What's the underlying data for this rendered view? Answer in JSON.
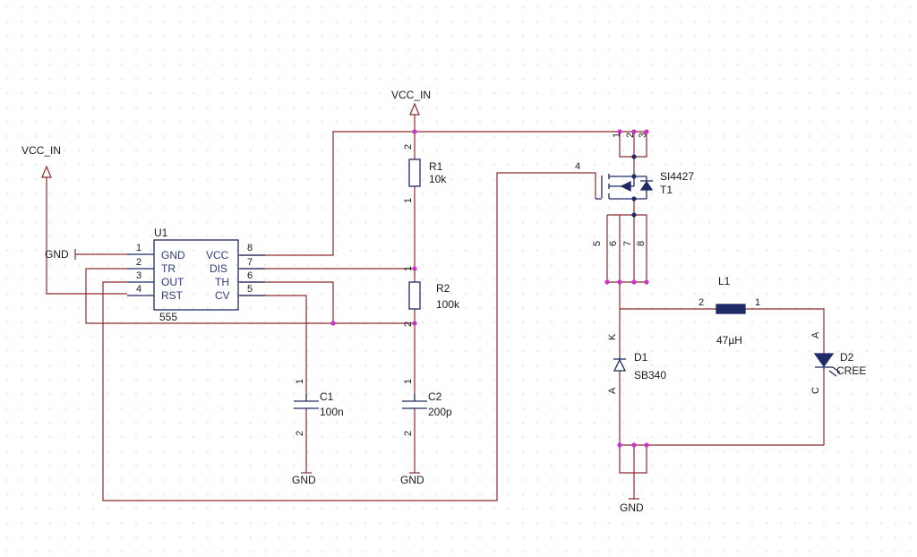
{
  "colors": {
    "wire": "#8b2b2b",
    "component": "#1f2a66",
    "junction": "#cc33cc",
    "grid": "#d0d0d0",
    "text": "#1a1a1a"
  },
  "nets": {
    "vcc_in_left": "VCC_IN",
    "vcc_in_top": "VCC_IN",
    "gnd_u1": "GND",
    "gnd_c1": "GND",
    "gnd_c2": "GND",
    "gnd_right": "GND"
  },
  "u1": {
    "ref": "U1",
    "value": "555",
    "left_pins": [
      {
        "num": "1",
        "name": "GND"
      },
      {
        "num": "2",
        "name": "TR"
      },
      {
        "num": "3",
        "name": "OUT"
      },
      {
        "num": "4",
        "name": "RST"
      }
    ],
    "right_pins": [
      {
        "num": "8",
        "name": "VCC"
      },
      {
        "num": "7",
        "name": "DIS"
      },
      {
        "num": "6",
        "name": "TH"
      },
      {
        "num": "5",
        "name": "CV"
      }
    ]
  },
  "r1": {
    "ref": "R1",
    "value": "10k",
    "pin_top": "2",
    "pin_bottom": "1"
  },
  "r2": {
    "ref": "R2",
    "value": "100k",
    "pin_top": "1",
    "pin_bottom": "2"
  },
  "c1": {
    "ref": "C1",
    "value": "100n",
    "pin_top": "1",
    "pin_bottom": "2"
  },
  "c2": {
    "ref": "C2",
    "value": "200p",
    "pin_top": "1",
    "pin_bottom": "2"
  },
  "t1": {
    "ref": "T1",
    "value": "SI4427",
    "gate_pin": "4",
    "top_pins": [
      "1",
      "2",
      "3"
    ],
    "bottom_pins": [
      "5",
      "6",
      "7",
      "8"
    ]
  },
  "d1": {
    "ref": "D1",
    "value": "SB340",
    "pin_k": "K",
    "pin_a": "A"
  },
  "l1": {
    "ref": "L1",
    "value": "47µH",
    "pin_left": "2",
    "pin_right": "1"
  },
  "d2": {
    "ref": "D2",
    "value": "CREE",
    "pin_a": "A",
    "pin_c": "C"
  }
}
